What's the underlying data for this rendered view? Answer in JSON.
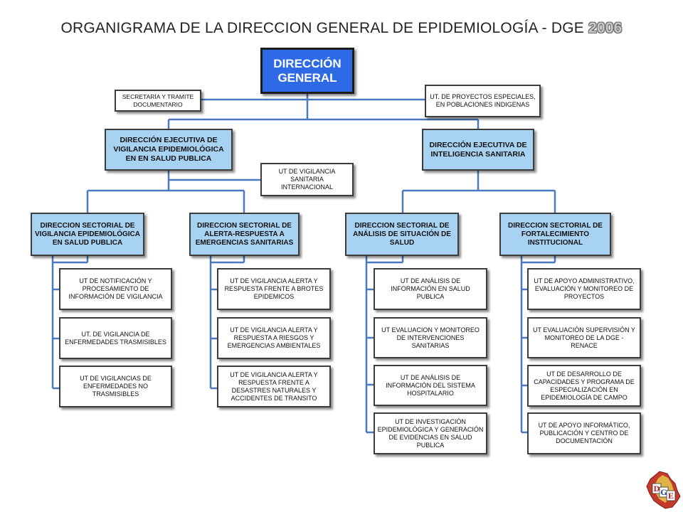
{
  "title": {
    "main": "ORGANIGRAMA DE LA DIRECCION GENERAL DE EPIDEMIOLOGÍA - DGE",
    "year": "2006"
  },
  "direccion_general": "DIRECCIÓN GENERAL",
  "staff": {
    "secretaria": "SECRETARÍA Y TRAMITE DOCUMENTARIO",
    "proyectos_especiales": "UT. DE PROYECTOS ESPECIALES, EN POBLACIONES INDIGENAS"
  },
  "ejecutivas": {
    "vigilancia": "DIRECCIÓN EJECUTIVA DE VIGILANCIA EPIDEMIOLÓGICA EN EN SALUD PUBLICA",
    "inteligencia": "DIRECCIÓN EJECUTIVA DE INTELIGENCIA SANITARIA"
  },
  "ut_vigilancia_internacional": "UT DE VIGILANCIA SANITARIA INTERNACIONAL",
  "sectoriales": [
    {
      "name": "DIRECCION SECTORIAL DE VIGILANCIA EPIDEMIOLÓGICA EN SALUD PUBLICA",
      "units": [
        "UT DE NOTIFICACIÓN Y PROCESAMIENTO DE INFORMACIÓN DE VIGILANCIA",
        "UT. DE VIGILANCIA DE ENFERMEDADES TRASMISIBLES",
        "UT DE VIGILANCIAS DE ENFERMEDADES NO TRASMISIBLES"
      ]
    },
    {
      "name": "DIRECCION SECTORIAL DE ALERTA-RESPUESTA A EMERGENCIAS SANITARIAS",
      "units": [
        "UT DE VIGILANCIA ALERTA Y RESPUESTA FRENTE A BROTES EPIDEMICOS",
        "UT DE VIGILANCIA ALERTA Y RESPUESTA A RIESGOS Y EMERGENCIAS AMBIENTALES",
        "UT DE VIGILANCIA ALERTA Y RESPUESTA FRENTE A DESASTRES NATURALES Y ACCIDENTES DE TRANSITO"
      ]
    },
    {
      "name": "DIRECCION SECTORIAL DE ANÁLISIS DE SITUACIÓN DE SALUD",
      "units": [
        "UT DE ANÁLISIS DE INFORMACIÓN EN SALUD PUBLICA",
        "UT EVALUACION Y MONITOREO DE INTERVENCIONES SANITARIAS",
        "UT DE ANÁLISIS DE INFORMACIÓN DEL SISTEMA HOSPITALARIO",
        "UT DE INVESTIGACIÓN EPIDEMIOLÓGICA Y GENERACIÓN DE EVIDENCIAS EN SALUD PUBLICA"
      ]
    },
    {
      "name": "DIRECCION SECTORIAL DE FORTALECIMIENTO INSTITUCIONAL",
      "units": [
        "UT DE APOYO ADMINISTRATIVO, EVALUACIÓN Y MONITOREO DE PROYECTOS",
        "UT EVALUACIÓN SUPERVISIÓN Y MONITOREO DE LA DGE - RENACE",
        "UT DE DESARROLLO DE CAPACIDADES Y PROGRAMA DE ESPECIALIZACIÓN EN EPIDEMIOLOGÍA DE CAMPO",
        "UT DE APOYO INFORMÁTICO, PUBLICACIÓN Y CENTRO DE DOCUMENTACIÓN"
      ]
    }
  ],
  "logo": "DGE",
  "colors": {
    "connector": "#4a79c0",
    "direccion_general_fill": "#2f6ae6",
    "directorate_fill": "#a8d2f2"
  }
}
